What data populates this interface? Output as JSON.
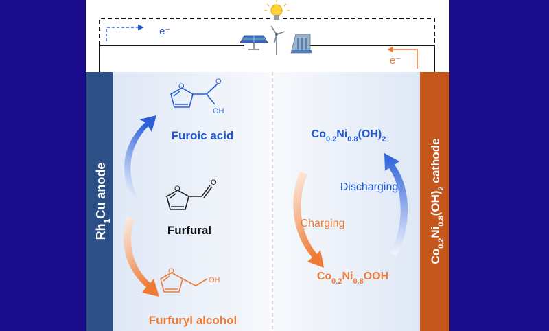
{
  "colors": {
    "background": "#1a0a8c",
    "panel": "#ffffff",
    "anode": "#2c4f86",
    "cathode": "#c5561c",
    "blue_text": "#1f57d6",
    "orange_text": "#ee7a35",
    "dark_text": "#111111"
  },
  "electrons": {
    "left": "e⁻",
    "right": "e⁻"
  },
  "icons": [
    "light-bulb-icon",
    "solar-panel-icon",
    "wind-turbine-icon",
    "hydro-dam-icon"
  ],
  "anode": {
    "label_main": "Rh",
    "label_sub": "1",
    "label_rest": "Cu anode"
  },
  "cathode": {
    "label_parts": [
      "Co",
      "0.2",
      "Ni",
      "0.8",
      "(OH)",
      "2",
      " cathode"
    ]
  },
  "molecules": {
    "furoic_acid": "Furoic acid",
    "furfural": "Furfural",
    "furfuryl_alcohol": "Furfuryl alcohol",
    "oh_label": "OH",
    "o_label": "O"
  },
  "species": {
    "top_parts": [
      "Co",
      "0.2",
      "Ni",
      "0.8",
      "(OH)",
      "2"
    ],
    "bottom_parts": [
      "Co",
      "0.2",
      "Ni",
      "0.8",
      "OOH"
    ]
  },
  "process": {
    "discharging": "Discharging",
    "charging": "Charging"
  }
}
